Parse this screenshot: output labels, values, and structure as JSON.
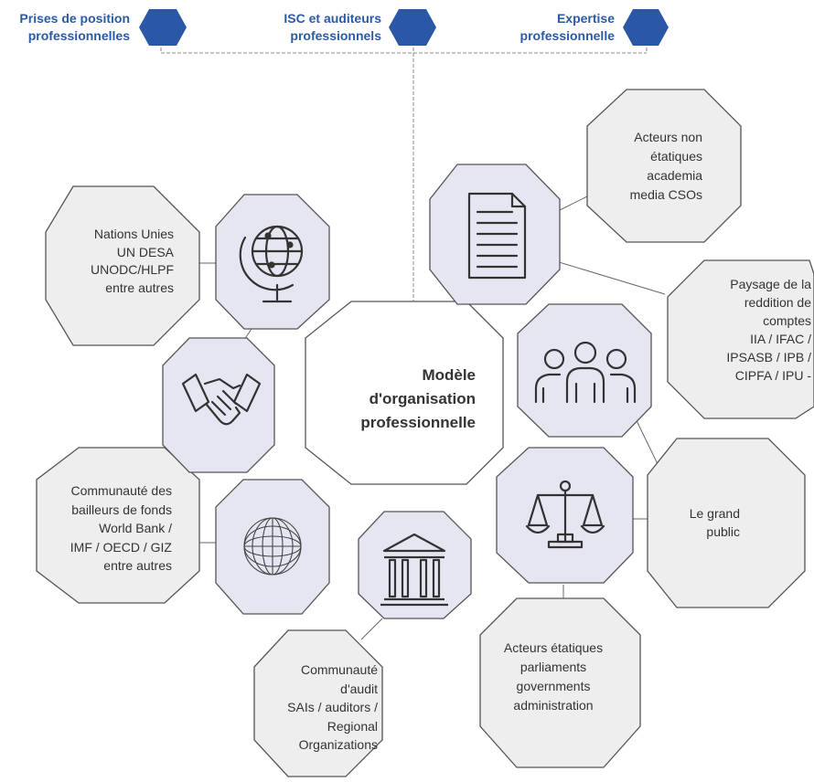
{
  "header": {
    "items": [
      {
        "label_line1": "Prises de position",
        "label_line2": "professionnelles"
      },
      {
        "label_line1": "ISC et auditeurs",
        "label_line2": "professionnels"
      },
      {
        "label_line1": "Expertise",
        "label_line2": "professionnelle"
      }
    ],
    "accent_color": "#2a57a6"
  },
  "center": {
    "lines": [
      "Modèle",
      "d'organisation",
      "professionnelle"
    ]
  },
  "icons": [
    {
      "name": "globe-stand-icon"
    },
    {
      "name": "handshake-icon"
    },
    {
      "name": "wireframe-globe-icon"
    },
    {
      "name": "institution-building-icon"
    },
    {
      "name": "scales-icon"
    },
    {
      "name": "people-group-icon"
    },
    {
      "name": "document-icon"
    }
  ],
  "stakeholders": {
    "un": {
      "lines": [
        "Nations Unies",
        "UN DESA",
        "UNODC/HLPF",
        "entre autres"
      ]
    },
    "donors": {
      "lines": [
        "Communauté des",
        "bailleurs de fonds",
        "World Bank /",
        "IMF / OECD / GIZ",
        "entre autres"
      ]
    },
    "audit": {
      "lines": [
        "Communauté",
        "d'audit",
        "SAIs / auditors /",
        "Regional",
        "Organizations"
      ]
    },
    "state": {
      "lines": [
        "Acteurs étatiques",
        "parliaments",
        "governments",
        "administration"
      ]
    },
    "public": {
      "lines": [
        "Le grand",
        "public"
      ]
    },
    "accounting": {
      "lines": [
        "Paysage de la",
        "reddition de",
        "comptes",
        "IIA / IFAC /",
        "IPSASB / IPB /",
        "CIPFA / IPU -"
      ]
    },
    "nonstate": {
      "lines": [
        "Acteurs non",
        "étatiques",
        "academia",
        "media CSOs"
      ]
    }
  },
  "colors": {
    "icon_fill": "#e6e6f2",
    "stakeholder_fill": "#eeeeee",
    "outline": "#555555",
    "icon_stroke": "#333333"
  }
}
